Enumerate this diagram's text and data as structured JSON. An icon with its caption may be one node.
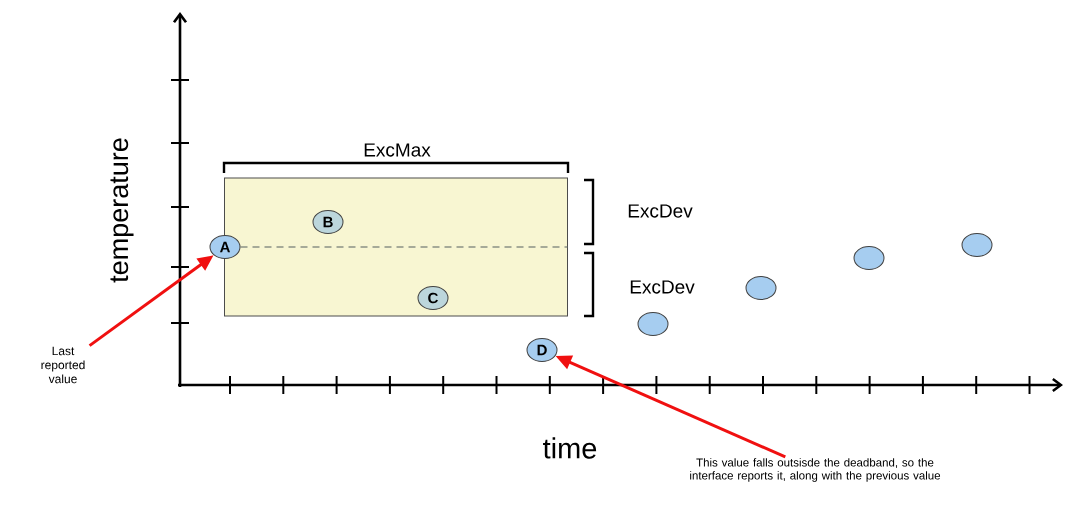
{
  "diagram": {
    "nodes": [
      {
        "text": [
          "A"
        ]
      },
      {
        "text": [],
        "shape": "box"
      },
      {
        "text": [
          "B"
        ],
        "in": 1
      },
      {
        "text": [
          "C"
        ],
        "in": 1
      },
      {
        "text": [
          "D"
        ]
      },
      {
        "text": [],
        "shape": "circle"
      },
      {
        "text": [],
        "shape": "circle"
      },
      {
        "text": [],
        "shape": "circle"
      },
      {
        "text": [],
        "shape": "circle"
      },
      {
        "text": [
          "Last reported value"
        ]
      },
      {
        "text": [
          "This value falls outsisde the deadband, so the interface reports it, along with the previous value"
        ]
      }
    ],
    "edges": [
      {
        "from": 9,
        "to": 0,
        "arrow": "to"
      },
      {
        "from": 10,
        "to": 4,
        "arrow": "to"
      },
      {
        "from": 0,
        "to": 1,
        "arrow": "none",
        "style": "dashed",
        "color": "#595959"
      }
    ],
    "labels": [
      "ExcMax",
      "ExcDev",
      "ExcDev",
      "temperature",
      "time"
    ]
  }
}
